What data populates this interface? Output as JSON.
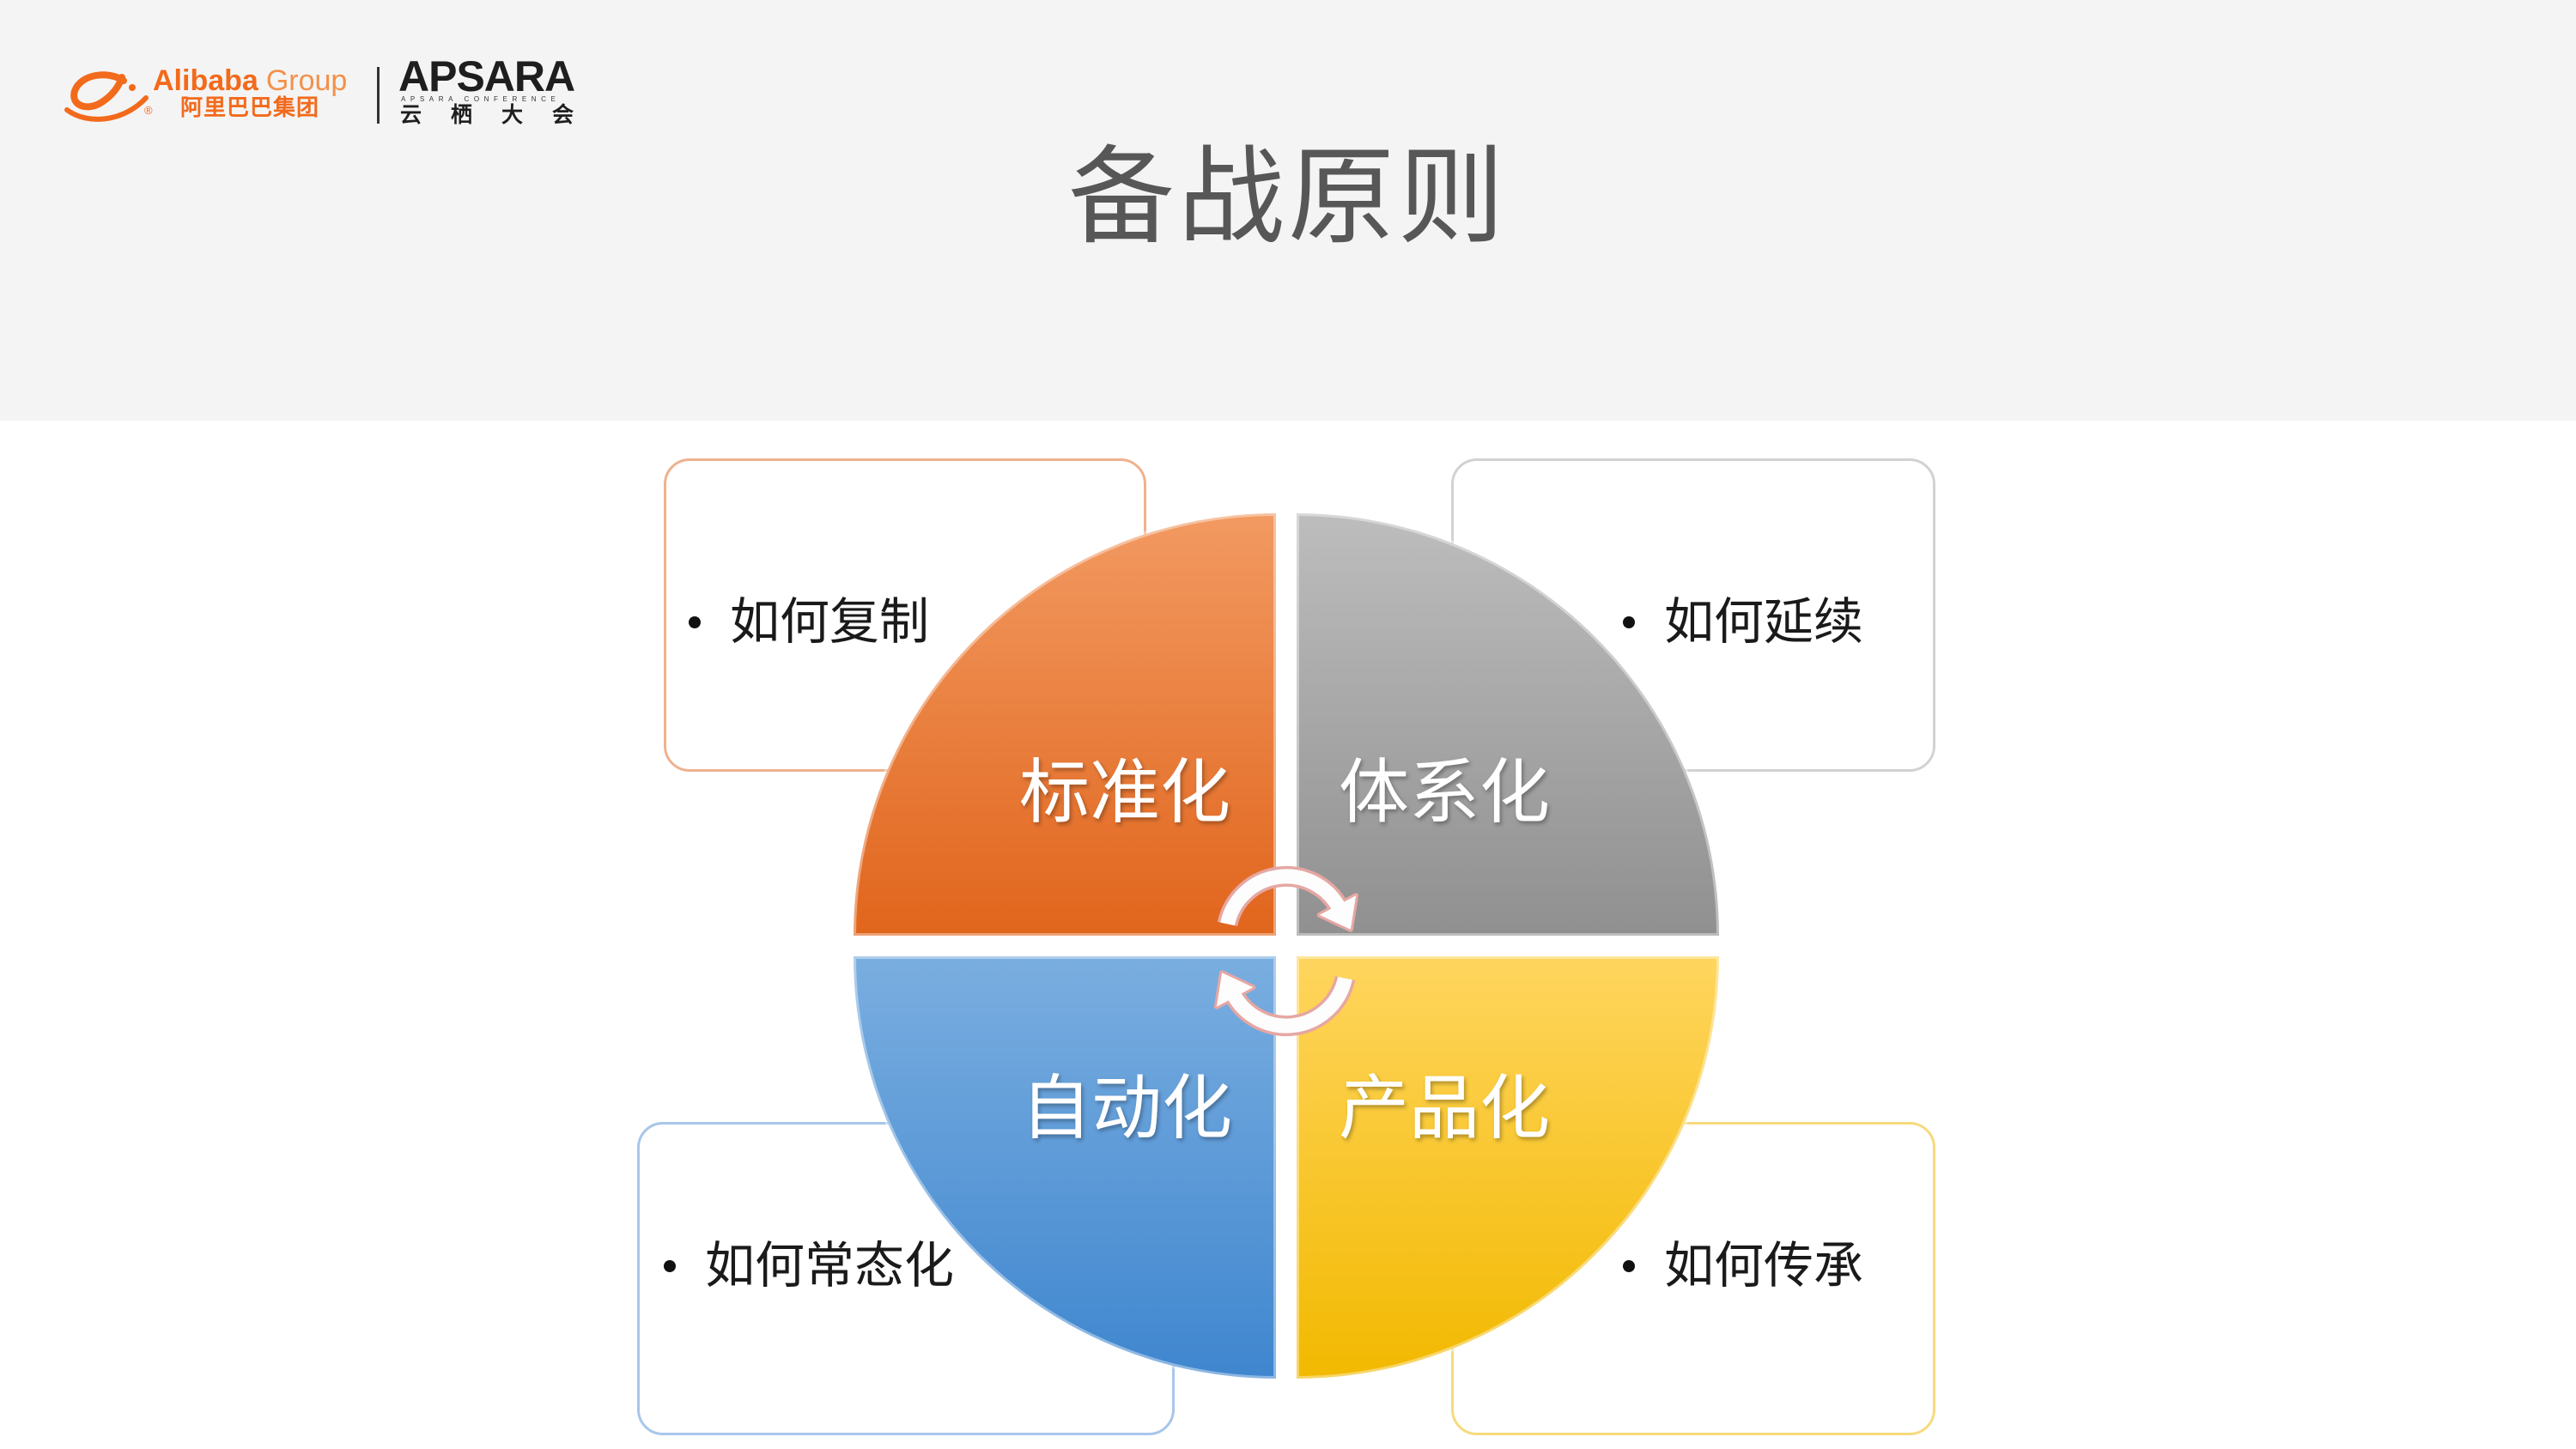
{
  "header": {
    "alibaba": {
      "icon": "alibaba-logo-icon",
      "wordmark": "Alibaba",
      "wordmark_suffix": "Group",
      "registered_mark": "®",
      "name_cn": "阿里巴巴集团",
      "brand_color": "#f26a1b"
    },
    "apsara": {
      "wordmark": "APSARA",
      "tagline": "APSARA CONFERENCE",
      "name_cn": "云栖大会",
      "color": "#1e1e1e"
    },
    "title": "备战原则"
  },
  "diagram": {
    "center_icon": "circular-arrows-icon",
    "quadrants": [
      {
        "label": "标准化",
        "bullet": "如何复制",
        "color_light": "#f29a62",
        "color_dark": "#e1651c"
      },
      {
        "label": "体系化",
        "bullet": "如何延续",
        "color_light": "#bdbdbd",
        "color_dark": "#909090"
      },
      {
        "label": "自动化",
        "bullet": "如何常态化",
        "color_light": "#7aaee0",
        "color_dark": "#3f86cf"
      },
      {
        "label": "产品化",
        "bullet": "如何传承",
        "color_light": "#ffd55e",
        "color_dark": "#f2b900"
      }
    ]
  }
}
